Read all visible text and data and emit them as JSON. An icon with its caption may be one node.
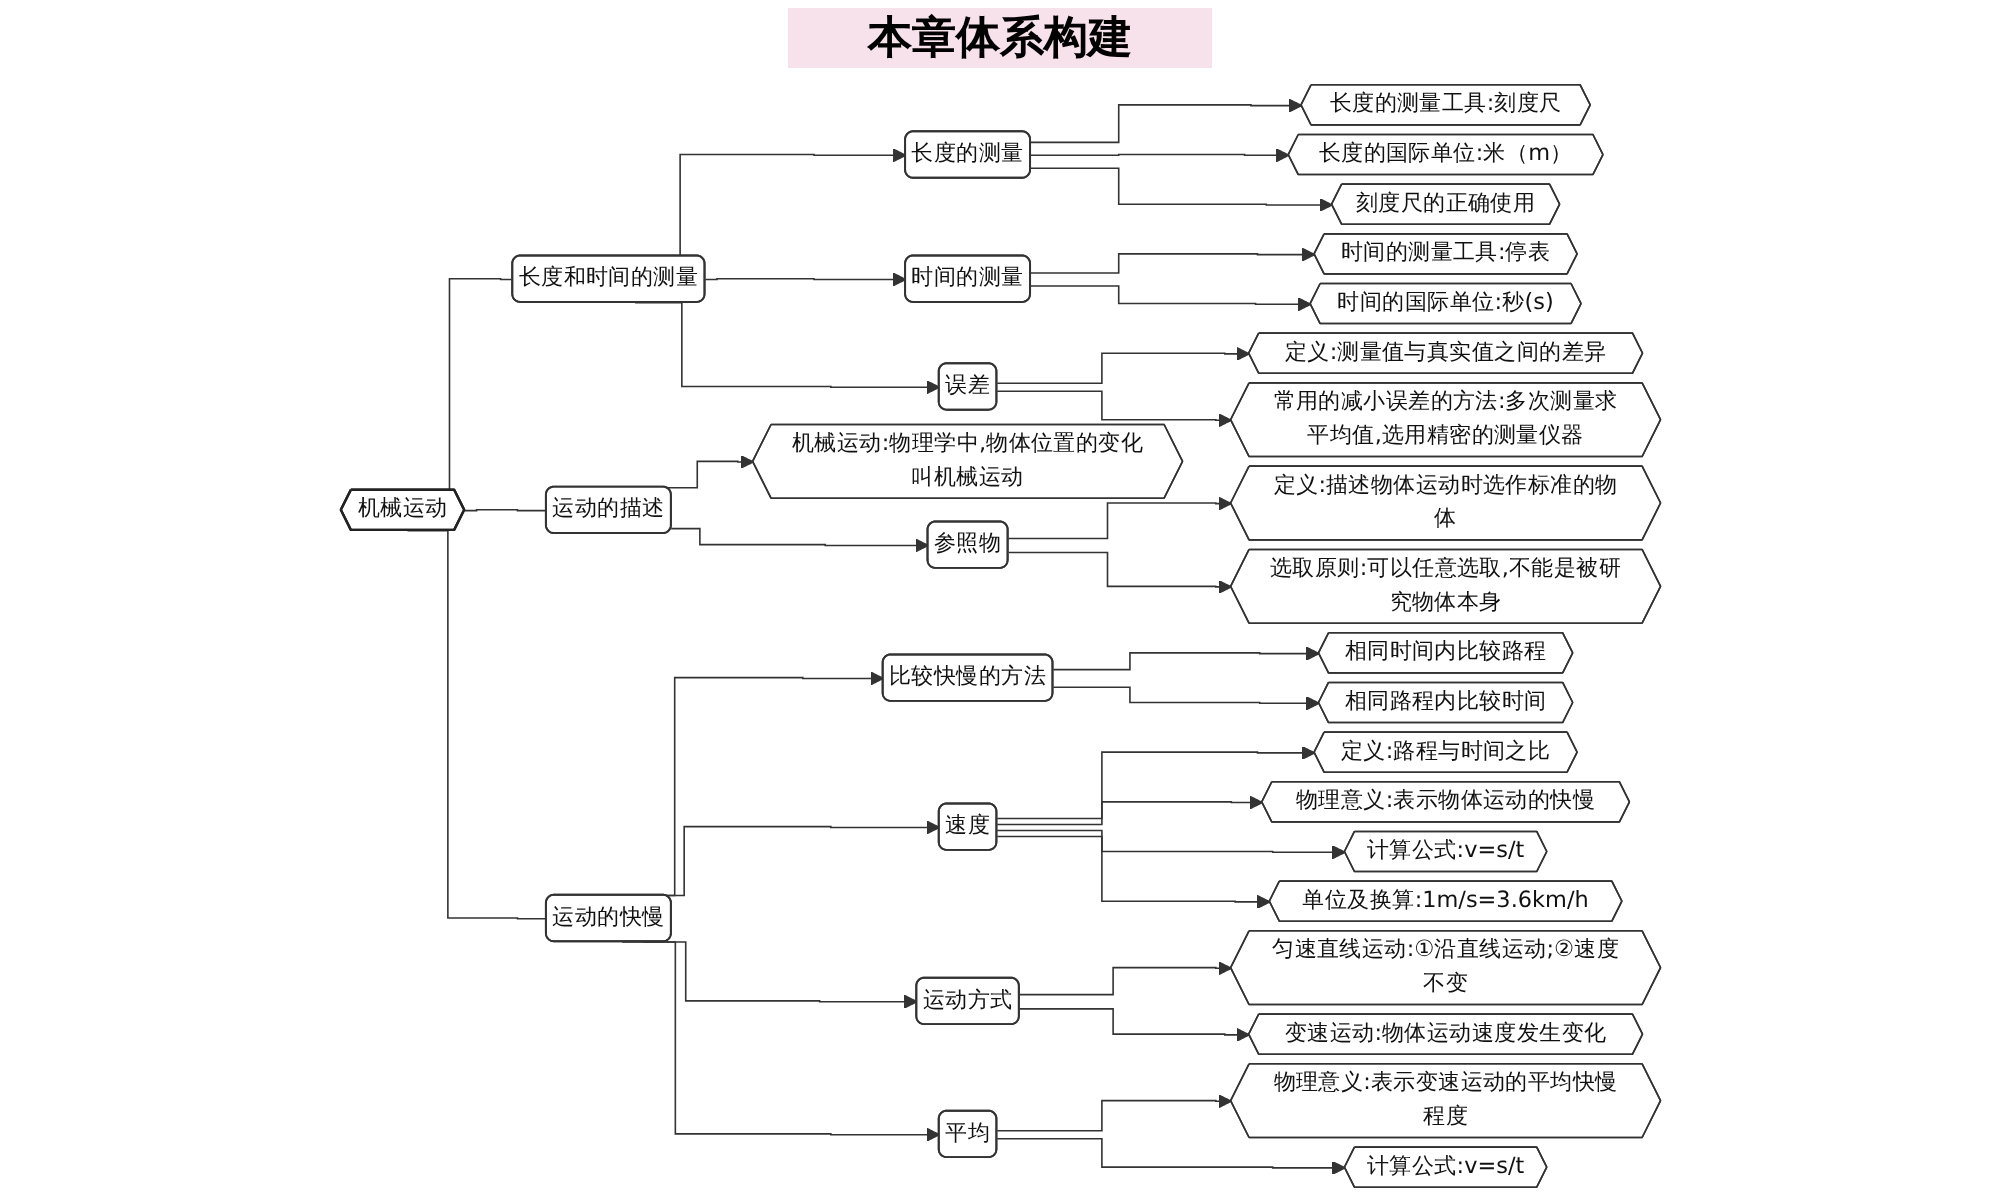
{
  "diagram": {
    "title": "本章体系构建",
    "nodes": [
      {
        "text": [
          "长度的测量工具:刻度尺"
        ]
      },
      {
        "text": [
          "长度的国际单位:米（m）"
        ]
      },
      {
        "text": [
          "刻度尺的正确使用"
        ]
      },
      {
        "text": [
          "长度的测量"
        ]
      },
      {
        "text": [
          "时间的测量工具:停表"
        ]
      },
      {
        "text": [
          "时间的国际单位:秒(s)"
        ]
      },
      {
        "text": [
          "时间的测量"
        ]
      },
      {
        "text": [
          "长度和时间的测量"
        ]
      },
      {
        "text": [
          "定义:测量值与真实值之间的差异"
        ]
      },
      {
        "text": [
          "常用的减小误差的方法:多次测量求平均值,选用精密的测量仪器"
        ]
      },
      {
        "text": [
          "误差"
        ]
      },
      {
        "text": [
          "机械运动"
        ]
      },
      {
        "text": [
          "运动的快慢"
        ]
      },
      {
        "text": [
          "比较快慢的方法"
        ]
      },
      {
        "text": [
          "相同时间内比较路程"
        ]
      },
      {
        "text": [
          "相同路程内比较时间"
        ]
      },
      {
        "text": [
          "定义:路程与时间之比"
        ]
      },
      {
        "text": [
          "速度"
        ]
      },
      {
        "text": [
          "物理意义:表示物体运动的快慢"
        ]
      },
      {
        "text": [
          "计算公式:v=s/t"
        ]
      },
      {
        "text": [
          "单位及换算:1m/s=3.6km/h"
        ]
      },
      {
        "text": [
          "匀速直线运动:①沿直线运动;②速度不变"
        ]
      },
      {
        "text": [
          "运动方式"
        ]
      },
      {
        "text": [
          "变速运动:物体运动速度发生变化"
        ]
      },
      {
        "text": [
          "机械运动:物理学中,物体位置的变化叫机械运动"
        ]
      },
      {
        "text": [
          "运动的描述"
        ]
      },
      {
        "text": [
          "物理意义:表示变速运动的平均快慢程度"
        ]
      },
      {
        "text": [
          "定义:描述物体运动时选作标准的物体"
        ]
      },
      {
        "text": [
          "参照物"
        ]
      },
      {
        "text": [
          "平均"
        ]
      },
      {
        "text": [
          "选取原则:可以任意选取,不能是被研究物体本身"
        ]
      },
      {
        "text": [
          "计算公式:v=s/t"
        ]
      }
    ],
    "edges": [
      {
        "from": 11,
        "to": 7,
        "arrow": "none"
      },
      {
        "from": 11,
        "to": 25,
        "arrow": "none"
      },
      {
        "from": 11,
        "to": 12,
        "arrow": "none"
      },
      {
        "from": 7,
        "to": 3,
        "arrow": "to"
      },
      {
        "from": 7,
        "to": 6,
        "arrow": "to"
      },
      {
        "from": 7,
        "to": 10,
        "arrow": "to"
      },
      {
        "from": 3,
        "to": 0,
        "arrow": "to"
      },
      {
        "from": 3,
        "to": 1,
        "arrow": "to"
      },
      {
        "from": 3,
        "to": 2,
        "arrow": "to"
      },
      {
        "from": 6,
        "to": 4,
        "arrow": "to"
      },
      {
        "from": 6,
        "to": 5,
        "arrow": "to"
      },
      {
        "from": 10,
        "to": 8,
        "arrow": "to"
      },
      {
        "from": 10,
        "to": 9,
        "arrow": "to"
      },
      {
        "from": 25,
        "to": 24,
        "arrow": "to"
      },
      {
        "from": 25,
        "to": 28,
        "arrow": "to"
      },
      {
        "from": 28,
        "to": 27,
        "arrow": "to"
      },
      {
        "from": 28,
        "to": 30,
        "arrow": "to"
      },
      {
        "from": 12,
        "to": 13,
        "arrow": "to"
      },
      {
        "from": 12,
        "to": 17,
        "arrow": "to"
      },
      {
        "from": 12,
        "to": 22,
        "arrow": "to"
      },
      {
        "from": 12,
        "to": 29,
        "arrow": "to"
      },
      {
        "from": 13,
        "to": 14,
        "arrow": "to"
      },
      {
        "from": 13,
        "to": 15,
        "arrow": "to"
      },
      {
        "from": 17,
        "to": 16,
        "arrow": "to"
      },
      {
        "from": 17,
        "to": 18,
        "arrow": "to"
      },
      {
        "from": 17,
        "to": 19,
        "arrow": "to"
      },
      {
        "from": 17,
        "to": 20,
        "arrow": "to"
      },
      {
        "from": 22,
        "to": 21,
        "arrow": "to"
      },
      {
        "from": 22,
        "to": 23,
        "arrow": "to"
      },
      {
        "from": 29,
        "to": 26,
        "arrow": "to"
      },
      {
        "from": 29,
        "to": 31,
        "arrow": "to"
      }
    ]
  }
}
